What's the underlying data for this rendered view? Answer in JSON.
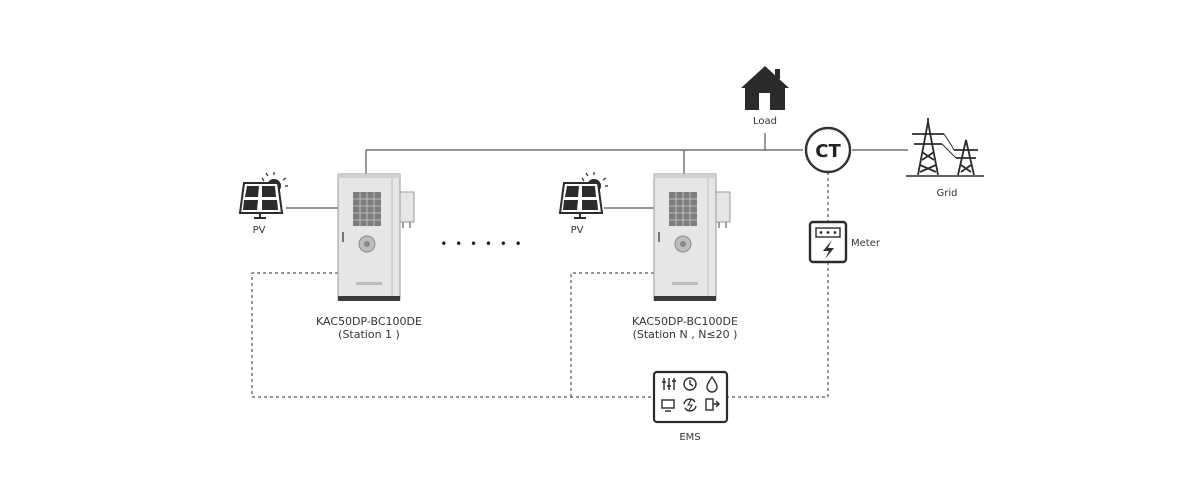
{
  "labels": {
    "load": "Load",
    "ct": "CT",
    "grid": "Grid",
    "meter": "Meter",
    "ems": "EMS",
    "pv1": "PV",
    "pv2": "PV",
    "ellipsis": "• • • • • •",
    "station1_model": "KAC50DP-BC100DE",
    "station1_name": "(Station 1 )",
    "stationN_model": "KAC50DP-BC100DE",
    "stationN_name": "(Station N , N≤20 )"
  },
  "colors": {
    "line": "#555555",
    "cabinet_body": "#e6e6e6",
    "cabinet_side": "#cfcfcf",
    "cabinet_edge": "#9a9a9a",
    "icon_dark": "#2b2b2b"
  },
  "icons": [
    "house-icon",
    "solar-panel-icon",
    "transmission-tower-icon",
    "meter-icon",
    "ems-panel-icon",
    "cabinet-icon"
  ]
}
